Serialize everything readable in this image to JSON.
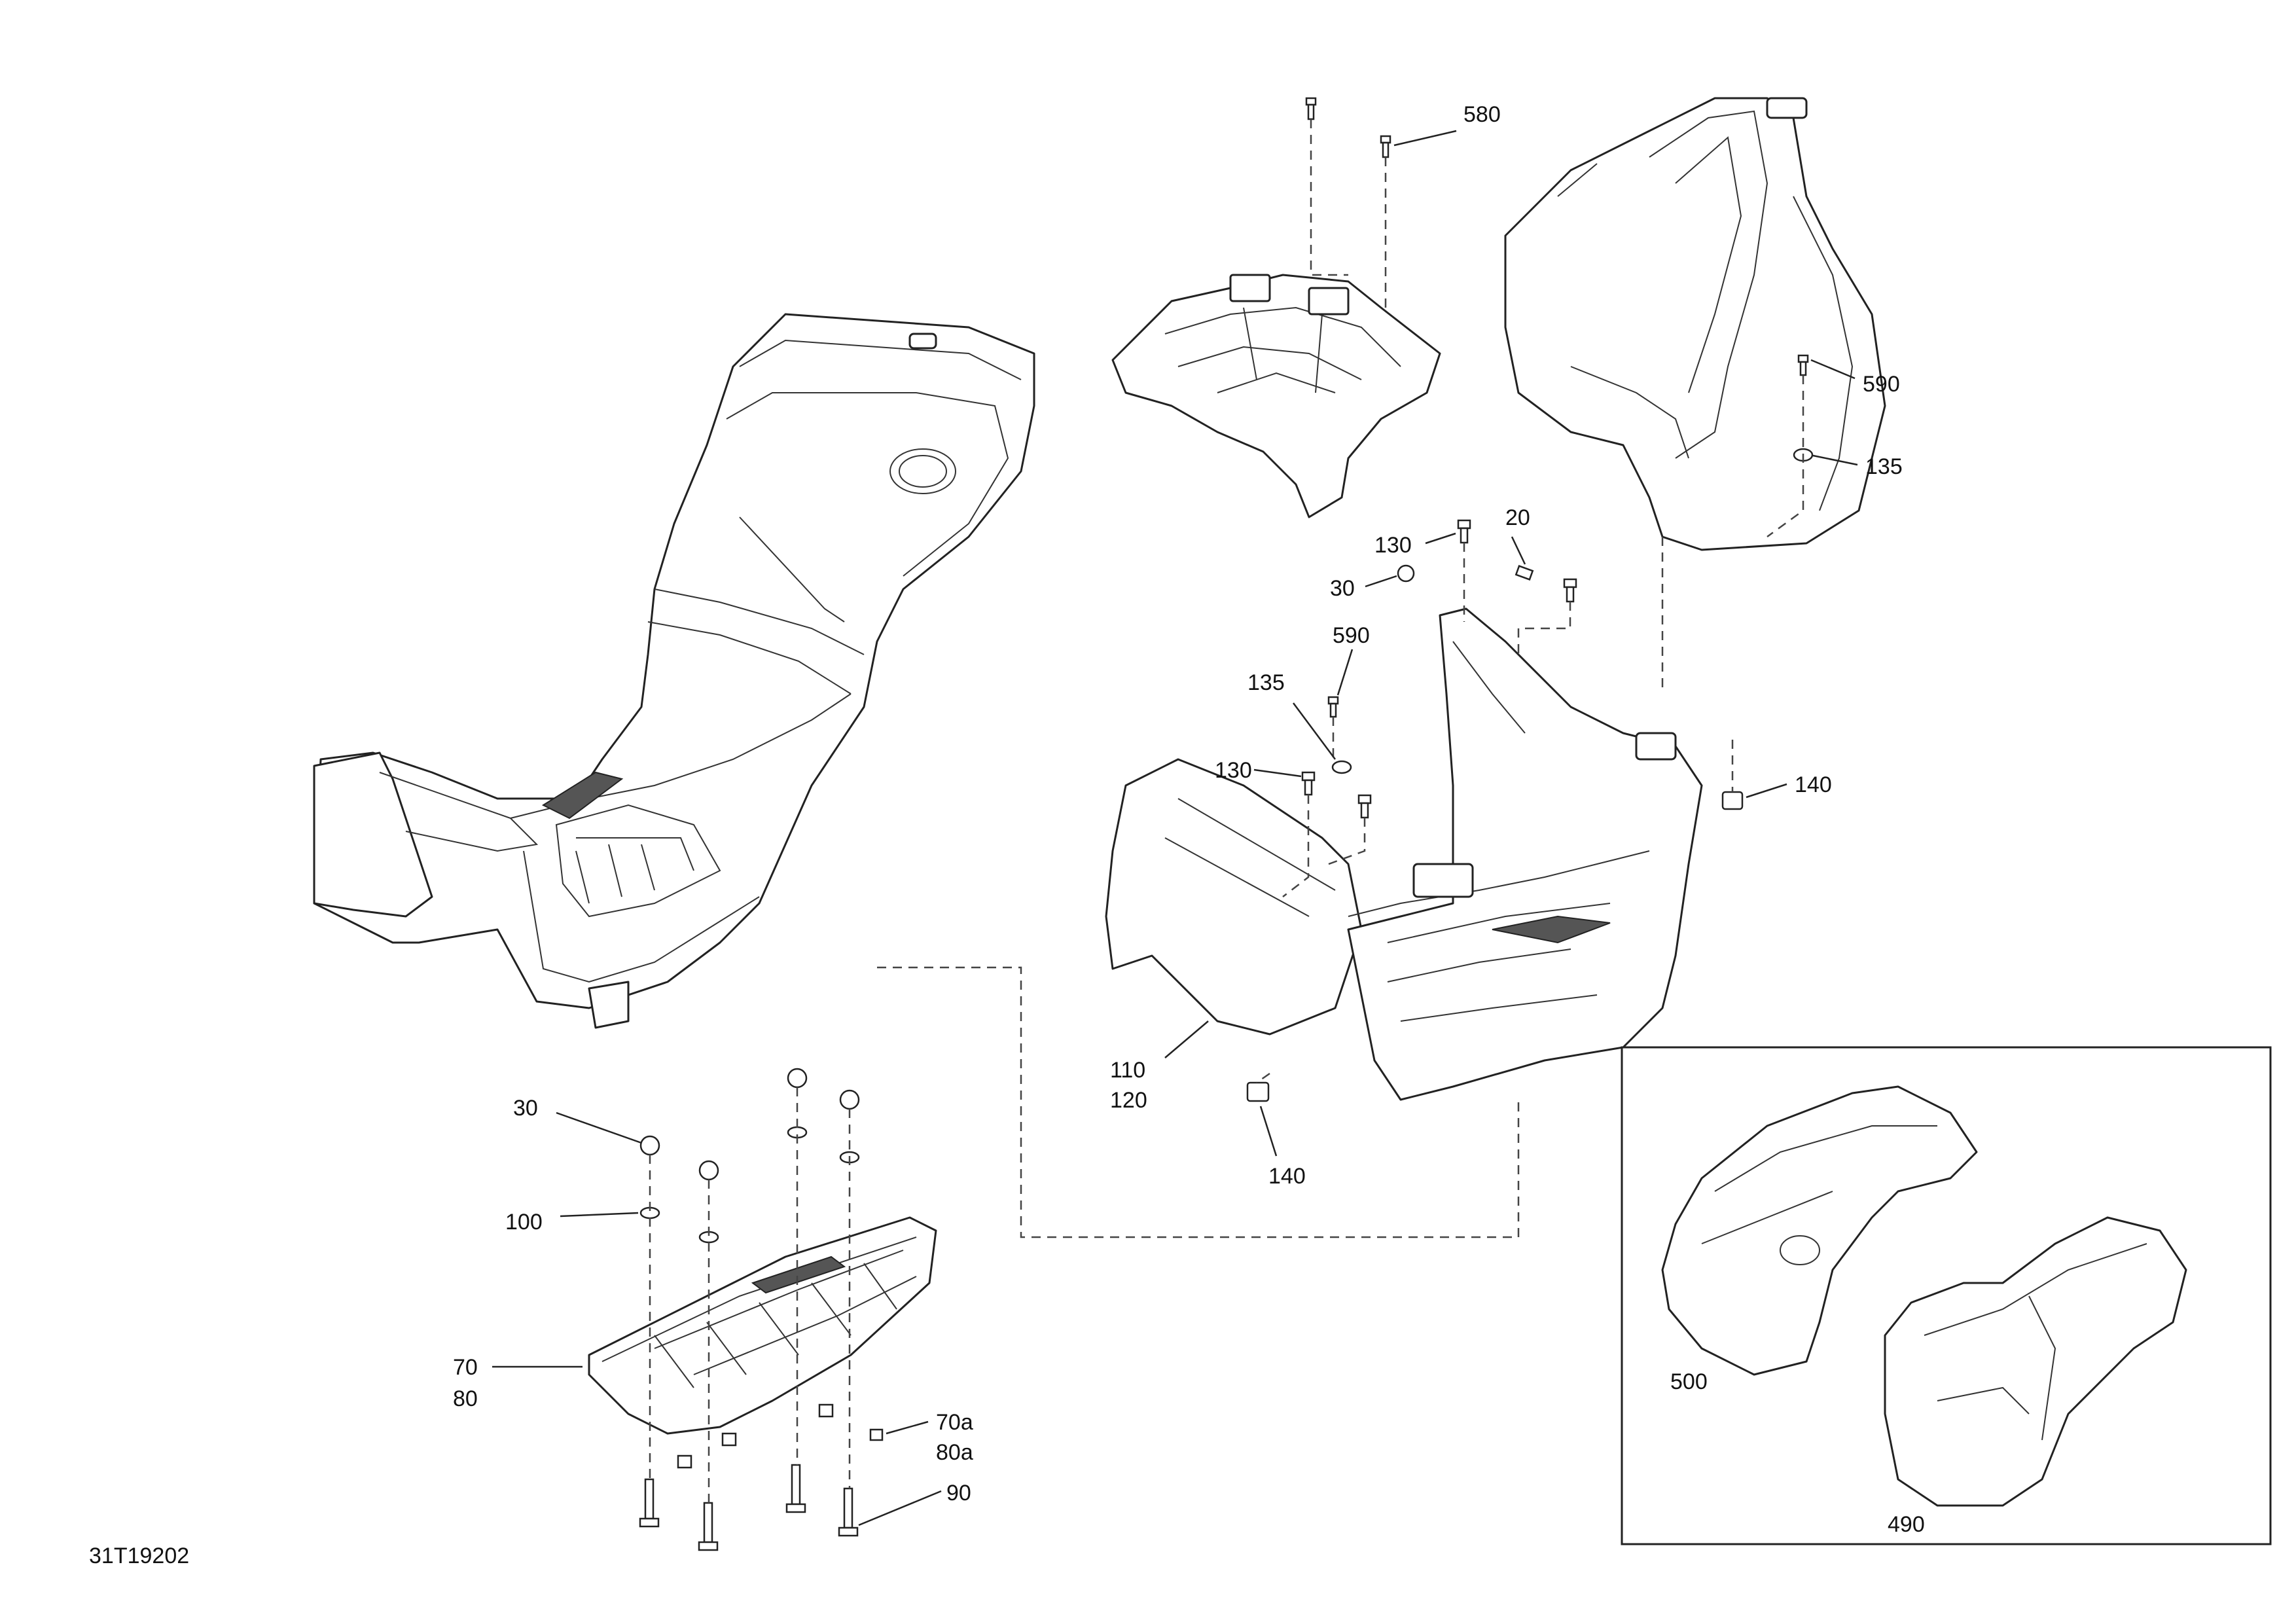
{
  "diagram": {
    "id_code": "31T19202",
    "callouts": {
      "c580": "580",
      "c590a": "590",
      "c135a": "135",
      "c130a": "130",
      "c20": "20",
      "c30a": "30",
      "c590b": "590",
      "c135b": "135",
      "c130b": "130",
      "c140a": "140",
      "c110": "110",
      "c120": "120",
      "c140b": "140",
      "c30b": "30",
      "c100": "100",
      "c70": "70",
      "c80": "80",
      "c70a": "70a",
      "c80a": "80a",
      "c90": "90",
      "c500": "500",
      "c490": "490"
    }
  }
}
